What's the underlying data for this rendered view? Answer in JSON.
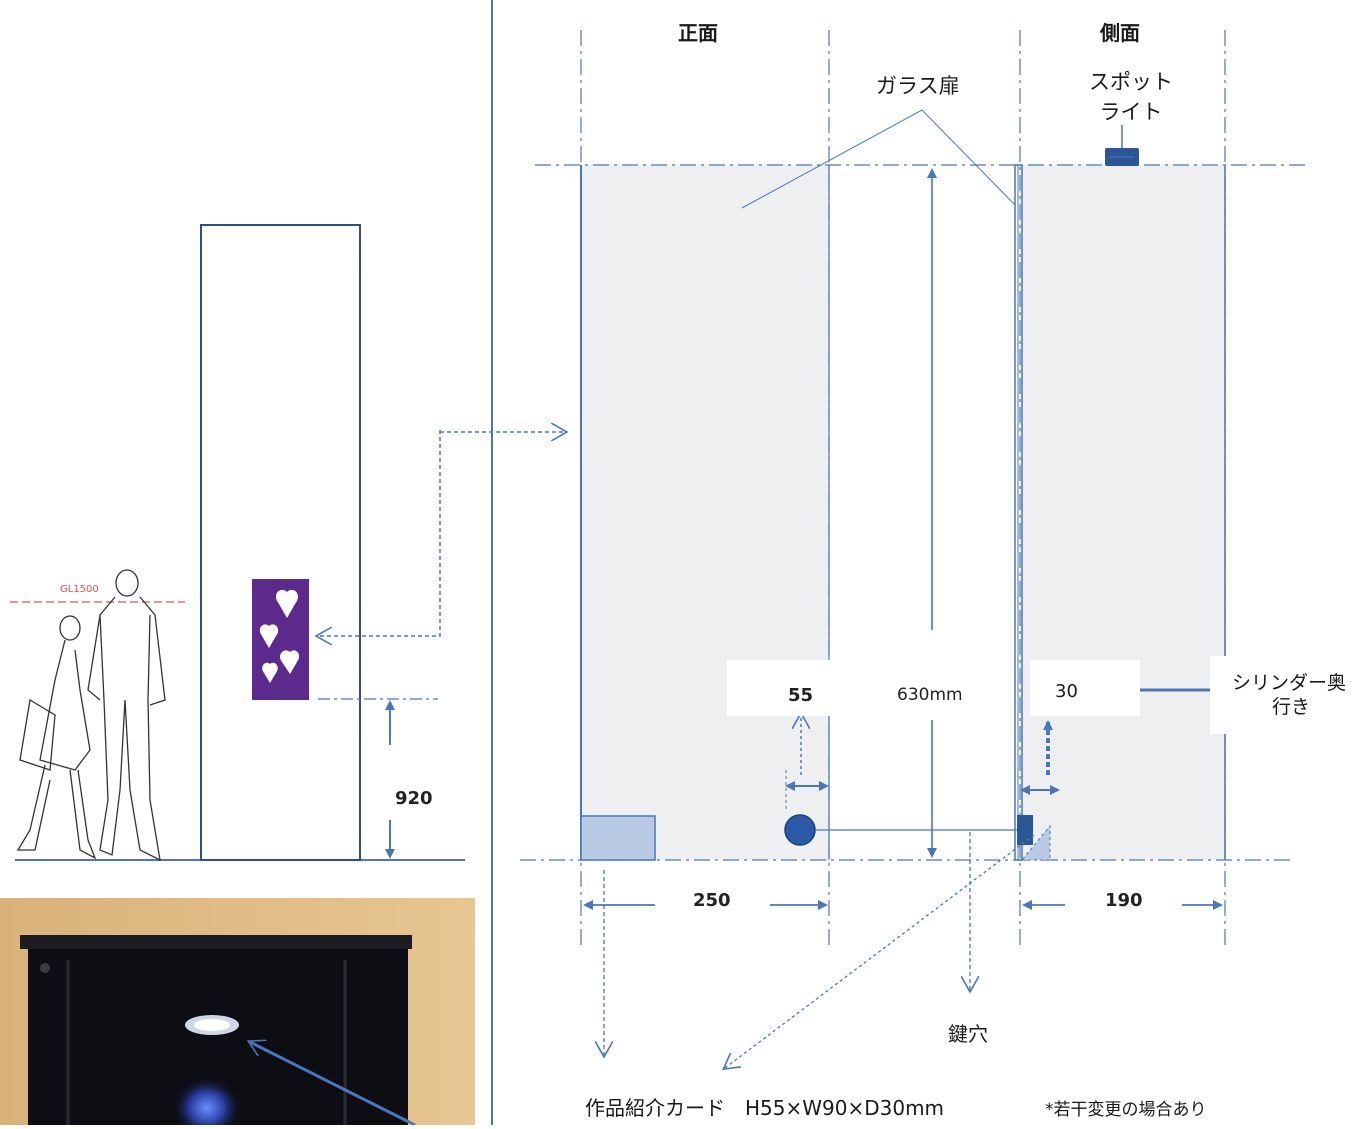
{
  "labels": {
    "front": "正面",
    "side": "側面",
    "glass_door": "ガラス扉",
    "spotlight_line1": "スポット",
    "spotlight_line2": "ライト",
    "height_630": "630mm",
    "dim_55": "55",
    "dim_30": "30",
    "dim_920": "920",
    "dim_250": "250",
    "dim_190": "190",
    "cylinder_line1": "シリンダー奥",
    "cylinder_line2": "行き",
    "keyhole": "鍵穴",
    "card_spec": "作品紹介カード　H55×W90×D30mm",
    "note": "*若干変更の場合あり",
    "gl_marker": "GL1500"
  },
  "colors": {
    "line": "#4a77b9",
    "panel_fill": "#eeeff1",
    "card_fill": "#b9cbe4",
    "artwork": "#5b2a8c",
    "gl_line": "#e05050",
    "cylinder": "#2a5aa8"
  },
  "icons": [
    "couple-sketch-icon",
    "artwork-hearts-icon",
    "spotlight-icon",
    "cylinder-lock-icon"
  ]
}
